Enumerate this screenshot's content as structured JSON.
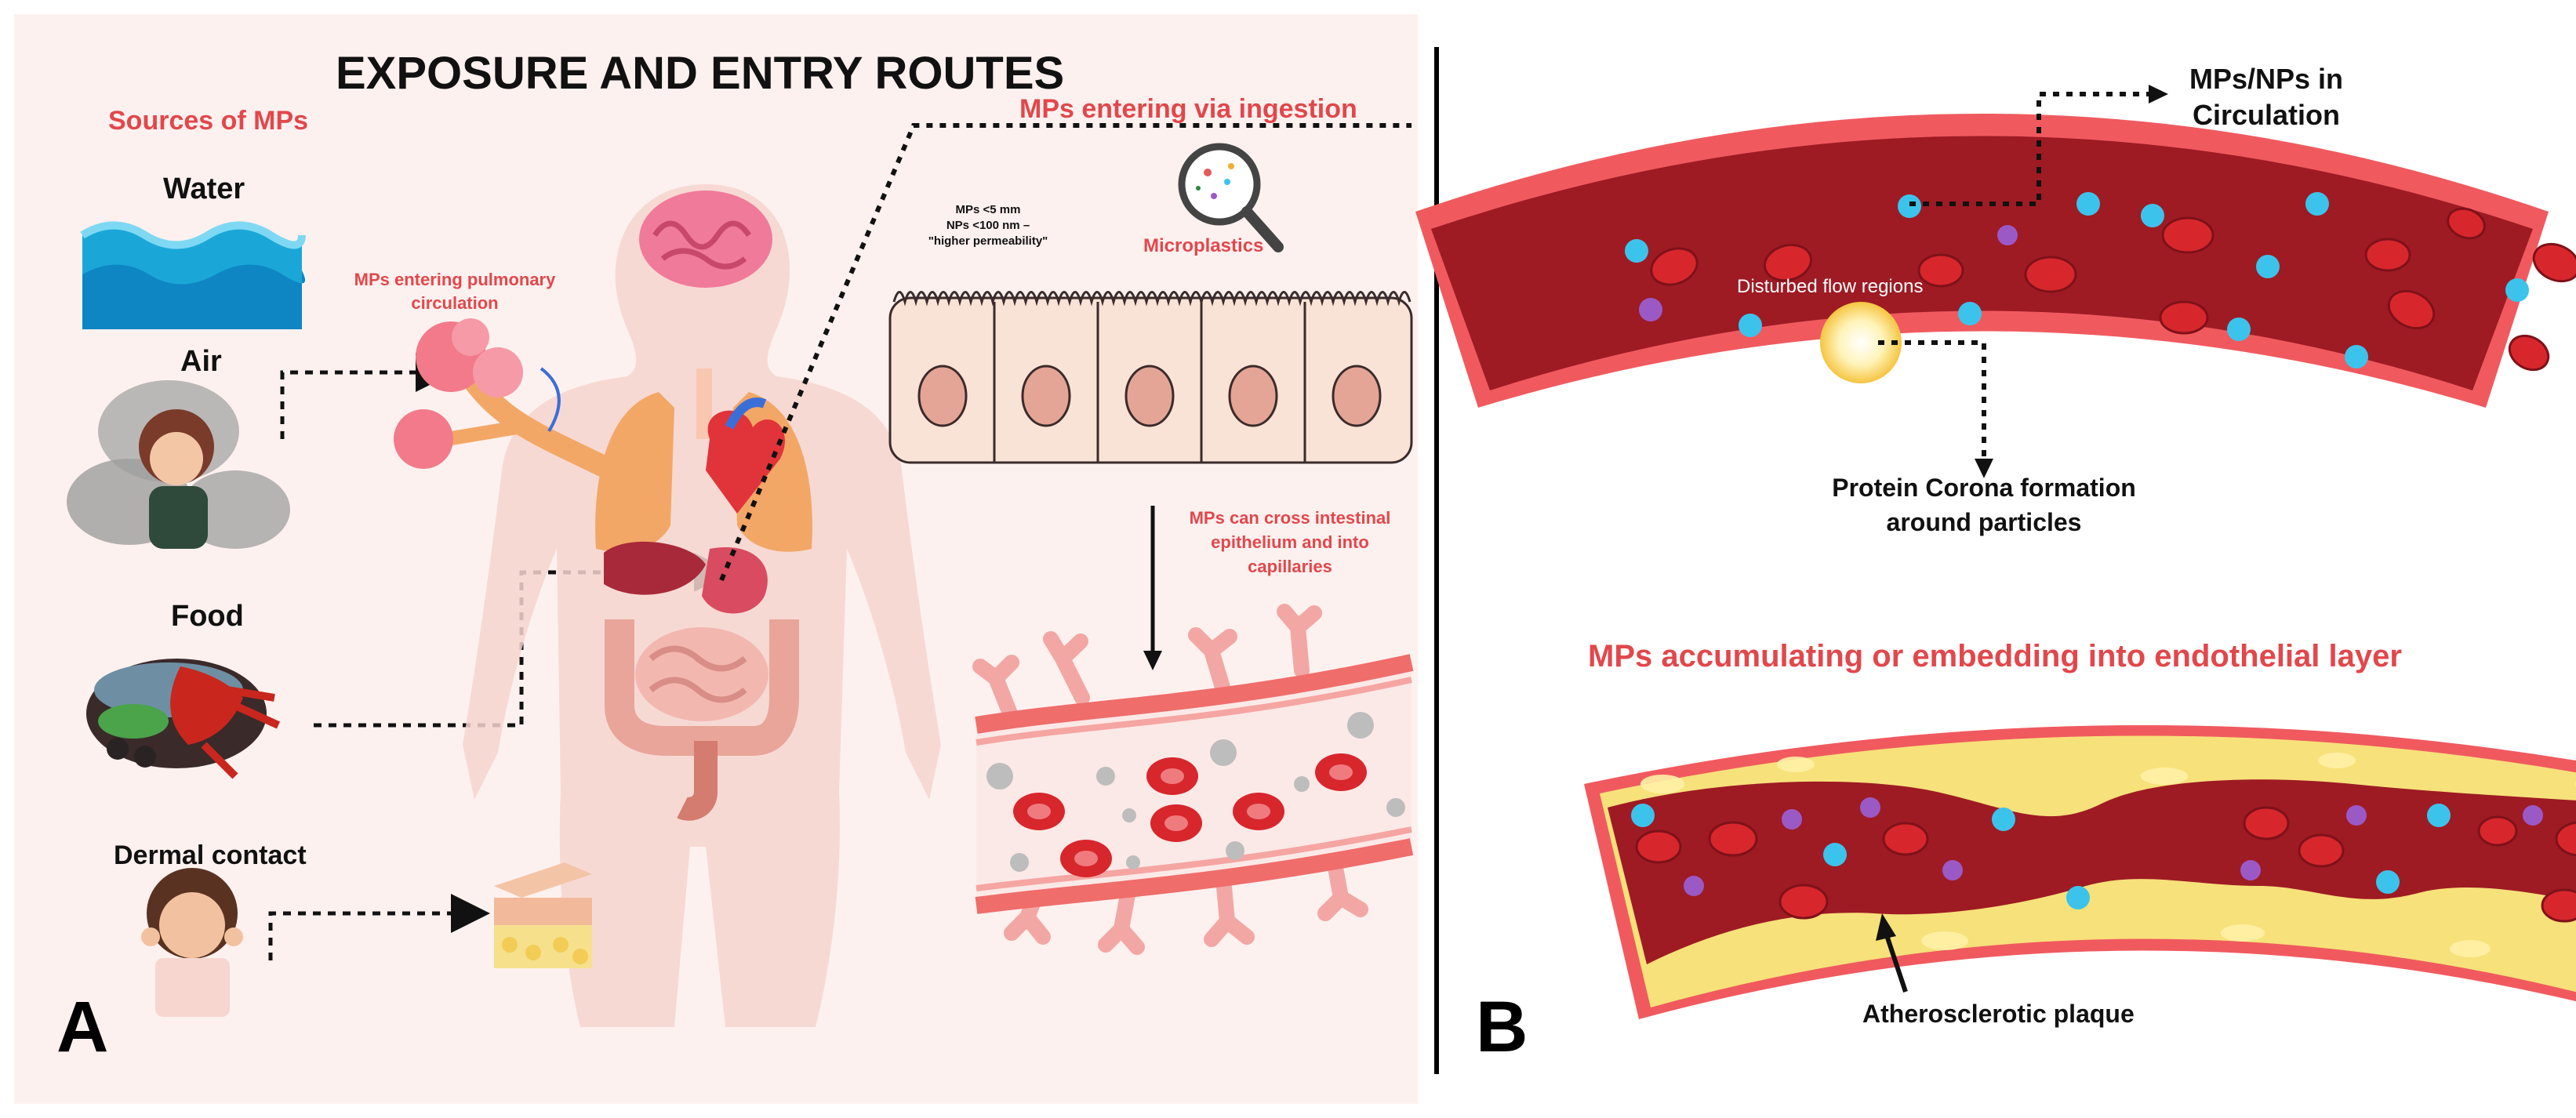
{
  "panel_a": {
    "letter": "A",
    "title": "EXPOSURE AND ENTRY ROUTES",
    "sources_heading": "Sources of MPs",
    "sources": {
      "water": "Water",
      "air": "Air",
      "food": "Food",
      "dermal": "Dermal contact"
    },
    "pulmonary_label_line1": "MPs entering pulmonary",
    "pulmonary_label_line2": "circulation",
    "ingestion_heading": "MPs entering via ingestion",
    "size_note_line1": "MPs <5 mm",
    "size_note_line2": "NPs <100 nm –",
    "size_note_line3": "\"higher permeability\"",
    "microplastics_label": "Microplastics",
    "cross_label_line1": "MPs can cross intestinal",
    "cross_label_line2": "epithelium and into",
    "cross_label_line3": "capillaries"
  },
  "panel_b": {
    "letter": "B",
    "circulation_label_line1": "MPs/NPs in",
    "circulation_label_line2": "Circulation",
    "disturbed_flow_label": "Disturbed flow regions",
    "corona_label_line1": "Protein Corona formation",
    "corona_label_line2": "around particles",
    "accumulating_heading": "MPs accumulating or embedding into endothelial layer",
    "plaque_label": "Atherosclerotic plaque"
  },
  "colors": {
    "accent_red": "#e2474b",
    "vessel_dark": "#9e1b24",
    "vessel_outer": "#f05a5f",
    "rbc": "#d8262d",
    "particle_blue": "#3cc3ec",
    "particle_purple": "#9b59c6",
    "plaque_yellow": "#f7e17a",
    "panel_a_bg": "#fdf1ef"
  }
}
